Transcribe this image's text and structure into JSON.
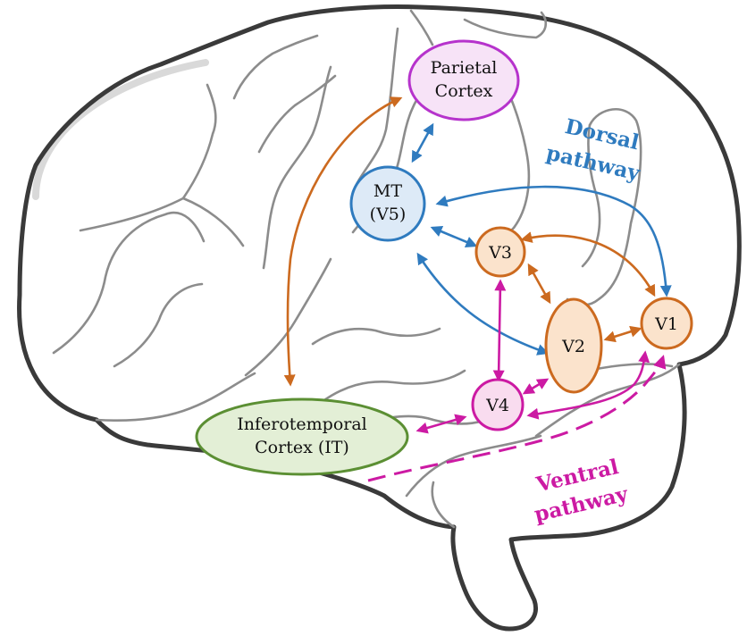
{
  "colors": {
    "dorsal": "#2f7bbf",
    "ventral": "#cc1aa3",
    "orange": "#cc6a1f",
    "it_stroke": "#5b8f33",
    "it_fill": "#e3efd6",
    "parietal_stroke": "#b633cc",
    "parietal_fill": "#f7e3f7",
    "mt_fill": "#ddeaf7",
    "v_orange_fill": "#fbe3cc",
    "v4_fill": "#f9dcef"
  },
  "nodes": {
    "parietal": {
      "line1": "Parietal",
      "line2": "Cortex"
    },
    "mt": {
      "line1": "MT",
      "line2": "(V5)"
    },
    "v3": {
      "label": "V3"
    },
    "v1": {
      "label": "V1"
    },
    "v2": {
      "label": "V2"
    },
    "v4": {
      "label": "V4"
    },
    "it": {
      "line1": "Inferotemporal",
      "line2": "Cortex (IT)"
    }
  },
  "pathways": {
    "dorsal": {
      "line1": "Dorsal",
      "line2": "pathway"
    },
    "ventral": {
      "line1": "Ventral",
      "line2": "pathway"
    }
  }
}
